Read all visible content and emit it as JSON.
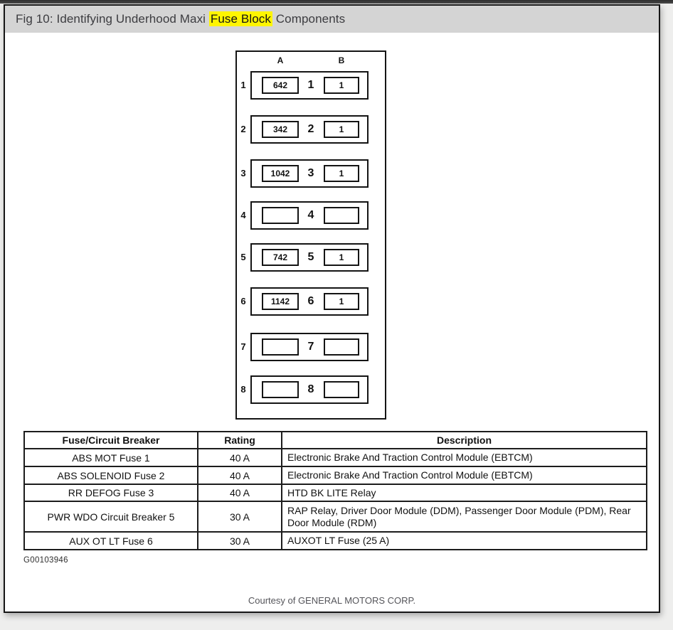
{
  "header": {
    "title_prefix": "Fig 10: Identifying Underhood Maxi ",
    "title_highlight": "Fuse Block",
    "title_suffix": " Components"
  },
  "colors": {
    "highlight": "#fff500",
    "title_bar_bg": "#d4d4d4",
    "top_strip": "#3c3c3c"
  },
  "diagram": {
    "column_a_label": "A",
    "column_b_label": "B",
    "rows": [
      {
        "number": "1",
        "a_value": "642",
        "b_value": "1"
      },
      {
        "number": "2",
        "a_value": "342",
        "b_value": "1"
      },
      {
        "number": "3",
        "a_value": "1042",
        "b_value": "1"
      },
      {
        "number": "4",
        "a_value": "",
        "b_value": ""
      },
      {
        "number": "5",
        "a_value": "742",
        "b_value": "1"
      },
      {
        "number": "6",
        "a_value": "1142",
        "b_value": "1"
      },
      {
        "number": "7",
        "a_value": "",
        "b_value": ""
      },
      {
        "number": "8",
        "a_value": "",
        "b_value": ""
      }
    ]
  },
  "table": {
    "headers": [
      "Fuse/Circuit Breaker",
      "Rating",
      "Description"
    ],
    "rows": [
      {
        "fuse": "ABS MOT Fuse 1",
        "rating": "40 A",
        "description": "Electronic Brake And Traction Control Module (EBTCM)"
      },
      {
        "fuse": "ABS SOLENOID Fuse 2",
        "rating": "40 A",
        "description": "Electronic Brake And Traction Control Module (EBTCM)"
      },
      {
        "fuse": "RR DEFOG Fuse 3",
        "rating": "40 A",
        "description": "HTD BK LITE Relay"
      },
      {
        "fuse": "PWR WDO Circuit Breaker 5",
        "rating": "30 A",
        "description": "RAP Relay, Driver Door Module (DDM), Passenger Door Module (PDM), Rear Door Module (RDM)"
      },
      {
        "fuse": "AUX OT LT Fuse 6",
        "rating": "30 A",
        "description": "AUXOT LT Fuse (25 A)"
      }
    ]
  },
  "footer": {
    "figure_id": "G00103946",
    "courtesy": "Courtesy of GENERAL MOTORS CORP."
  }
}
